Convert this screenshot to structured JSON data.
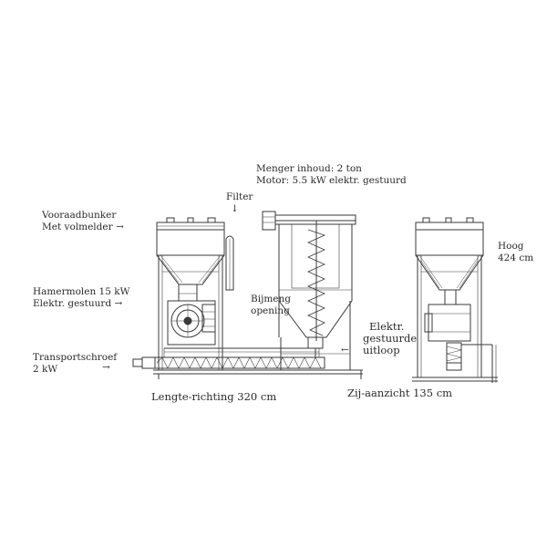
{
  "labels": {
    "menger_line1": "Menger inhoud: 2 ton",
    "menger_line2": "Motor: 5.5 kW elektr. gestuurd",
    "filter": "Filter",
    "filter_arrow": "↓",
    "voorraadbunker_line1": "Vooraadbunker",
    "voorraadbunker_line2": "Met volmelder →",
    "hamermolen_line1": "Hamermolen 15 kW",
    "hamermolen_line2": "Elektr. gestuurd →",
    "transportschroef_line1": "Transportschroef",
    "transportschroef_line2": "2 kW",
    "transportschroef_arrow": "→",
    "bijmeng_line1": "Bijmeng",
    "bijmeng_line2": "opening",
    "uitloop_arrow": "←",
    "uitloop_line1": "Elektr.",
    "uitloop_line2": "gestuurde",
    "uitloop_line3": "uitloop",
    "hoog_line1": "Hoog",
    "hoog_line2": "424 cm",
    "lengte": "Lengte-richting 320 cm",
    "zij": "Zij-aanzicht 135 cm"
  }
}
